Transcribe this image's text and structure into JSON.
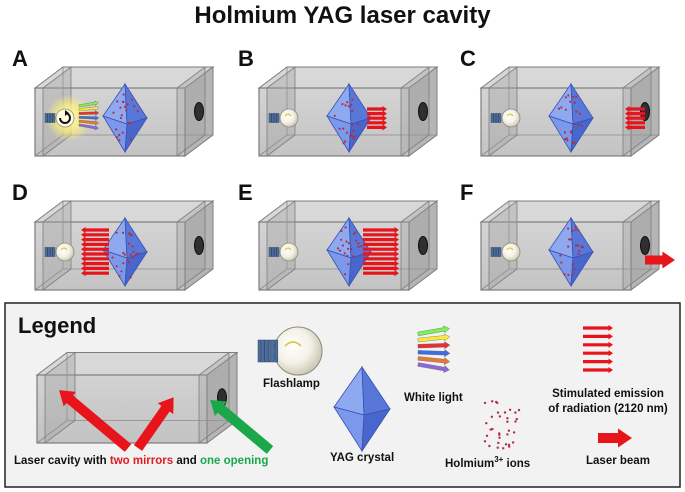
{
  "title": "Holmium YAG laser cavity",
  "colors": {
    "cavity_fill": "#c8c8c8",
    "cavity_edge": "#7d7d7d",
    "crystal": "#6d8fe8",
    "ions": "#b03040",
    "emission": "#e8141c",
    "mirrors_text": "#e11b22",
    "opening_text": "#1aa84b",
    "legend_bg": "#f2f2f2"
  },
  "panels": [
    {
      "label": "A",
      "flash": "on",
      "white_light": true,
      "emission": "none",
      "beam": false
    },
    {
      "label": "B",
      "flash": "off",
      "white_light": false,
      "emission": "right",
      "beam": false
    },
    {
      "label": "C",
      "flash": "off",
      "white_light": false,
      "emission": "left",
      "beam": false
    },
    {
      "label": "D",
      "flash": "off",
      "white_light": false,
      "emission": "left-many",
      "beam": false
    },
    {
      "label": "E",
      "flash": "off",
      "white_light": false,
      "emission": "right-many",
      "beam": false
    },
    {
      "label": "F",
      "flash": "off",
      "white_light": false,
      "emission": "none",
      "beam": true
    }
  ],
  "legend": {
    "title": "Legend",
    "cavity_prefix": "Laser cavity with ",
    "mirrors": "two mirrors",
    "and": " and ",
    "opening": "one opening",
    "flashlamp": "Flashlamp",
    "crystal": "YAG crystal",
    "white_light": "White light",
    "ions_name": "Holmium",
    "ions_sup": "3+",
    "ions_suffix": " ions",
    "emission_line1": "Stimulated emission",
    "emission_line2": "of radiation (2120 nm)",
    "beam": "Laser beam"
  }
}
